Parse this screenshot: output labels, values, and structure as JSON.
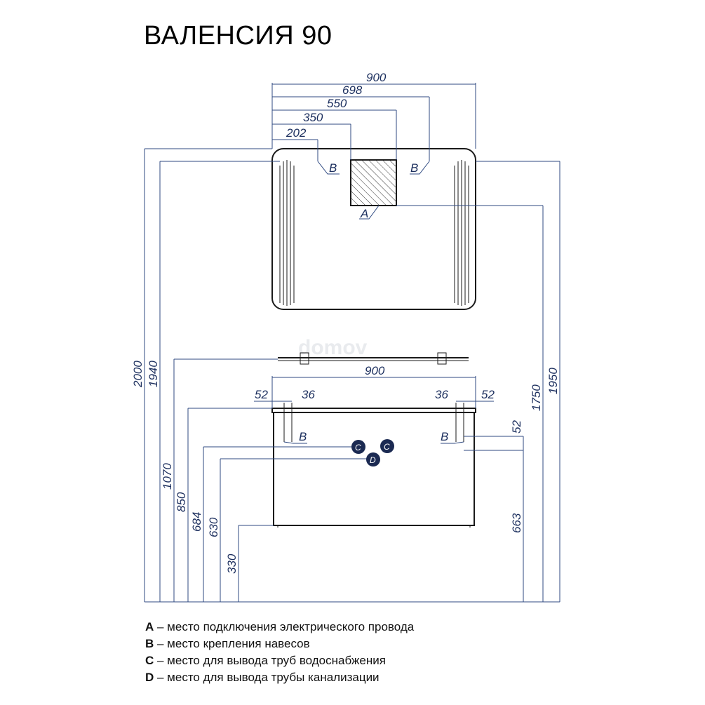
{
  "title": "ВАЛЕНСИЯ 90",
  "watermark": "domov",
  "dimensions": {
    "top_900": "900",
    "top_698": "698",
    "top_550": "550",
    "top_350": "350",
    "top_202": "202",
    "shelf_900": "900",
    "left_52": "52",
    "left_36": "36",
    "right_36": "36",
    "right_52": "52",
    "h_2000": "2000",
    "h_1940": "1940",
    "h_1070": "1070",
    "h_850": "850",
    "h_684": "684",
    "h_630": "630",
    "h_330": "330",
    "h_1950": "1950",
    "h_1750": "1750",
    "h_52": "52",
    "h_663": "663"
  },
  "markers": {
    "a": "A",
    "b": "B",
    "c": "C",
    "d": "D"
  },
  "legend": [
    {
      "key": "A",
      "text": " – место подключения электрического провода"
    },
    {
      "key": "B",
      "text": " – место крепления навесов"
    },
    {
      "key": "C",
      "text": " – место для вывода труб водоснабжения"
    },
    {
      "key": "D",
      "text": " – место для вывода трубы канализации"
    }
  ],
  "colors": {
    "dimension_line": "#2f4a82",
    "marker_fill": "#1b2a52"
  }
}
